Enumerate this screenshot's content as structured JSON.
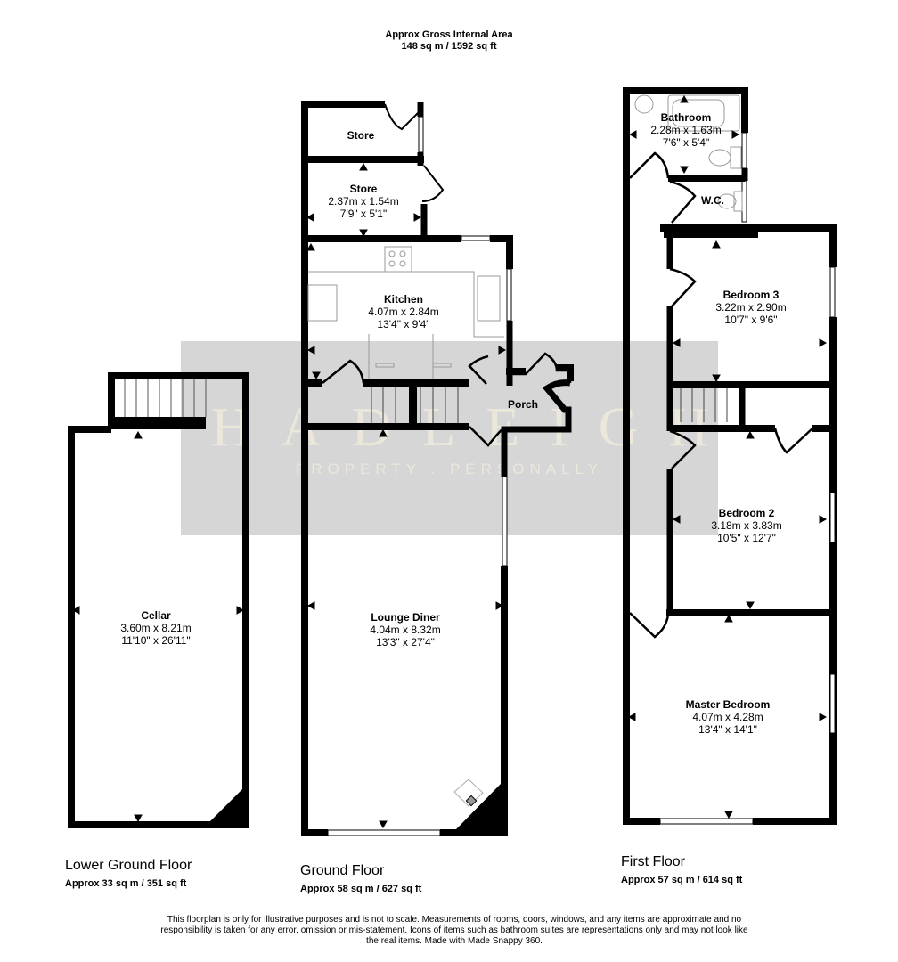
{
  "header": {
    "title_line1": "Approx Gross Internal Area",
    "title_line2": "148 sq m / 1592 sq ft"
  },
  "watermark": {
    "brand": "HADLEIGH",
    "tagline": "PROPERTY . PERSONALLY",
    "background_color": "#d6d6d6",
    "text_color": "#ebe7da"
  },
  "floors": [
    {
      "name": "Lower Ground Floor",
      "area": "Approx 33 sq m / 351 sq ft",
      "rooms": [
        {
          "name": "Cellar",
          "metric": "3.60m x 8.21m",
          "imperial": "11'10\" x 26'11\""
        }
      ]
    },
    {
      "name": "Ground Floor",
      "area": "Approx 58 sq m / 627 sq ft",
      "rooms": [
        {
          "name": "Store",
          "metric": "",
          "imperial": ""
        },
        {
          "name": "Store",
          "metric": "2.37m x 1.54m",
          "imperial": "7'9\" x 5'1\""
        },
        {
          "name": "Kitchen",
          "metric": "4.07m x 2.84m",
          "imperial": "13'4\" x 9'4\""
        },
        {
          "name": "Porch",
          "metric": "",
          "imperial": ""
        },
        {
          "name": "Lounge Diner",
          "metric": "4.04m x 8.32m",
          "imperial": "13'3\" x 27'4\""
        }
      ]
    },
    {
      "name": "First Floor",
      "area": "Approx 57 sq m / 614 sq ft",
      "rooms": [
        {
          "name": "Bathroom",
          "metric": "2.28m x 1.63m",
          "imperial": "7'6\" x 5'4\""
        },
        {
          "name": "W.C.",
          "metric": "",
          "imperial": ""
        },
        {
          "name": "Bedroom 3",
          "metric": "3.22m x 2.90m",
          "imperial": "10'7\" x 9'6\""
        },
        {
          "name": "Bedroom 2",
          "metric": "3.18m x 3.83m",
          "imperial": "10'5\" x 12'7\""
        },
        {
          "name": "Master Bedroom",
          "metric": "4.07m x 4.28m",
          "imperial": "13'4\" x 14'1\""
        }
      ]
    }
  ],
  "footer": {
    "disclaimer": "This floorplan is only for illustrative purposes and is not to scale. Measurements of rooms, doors, windows, and any items are approximate and no responsibility is taken for any error, omission or mis-statement. Icons of items such as bathroom suites are representations only and may not look like the real items. Made with Made Snappy 360."
  }
}
